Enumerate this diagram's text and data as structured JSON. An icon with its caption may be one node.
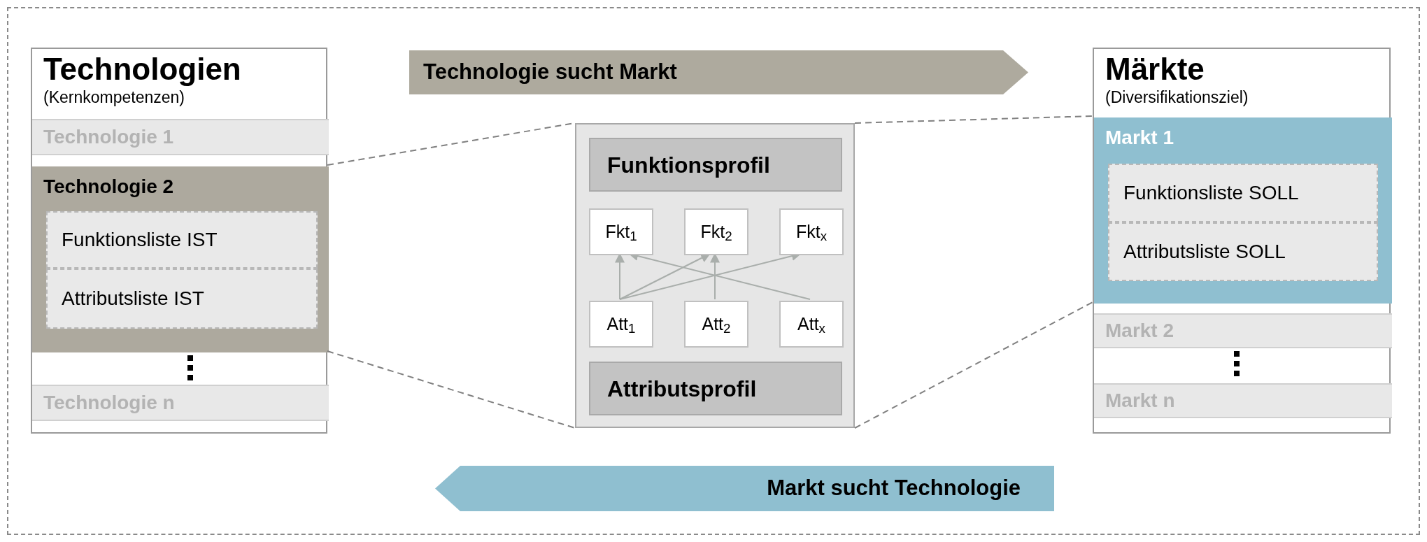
{
  "diagram": {
    "nodes": [
      {
        "text": [
          "Technologien",
          "(Kernkompetenzen)"
        ]
      },
      {
        "text": [
          "Technologie 1"
        ],
        "in": 0
      },
      {
        "text": [
          "Technologie 2"
        ],
        "in": 0
      },
      {
        "text": [
          "Funktionsliste IST"
        ],
        "in": 2
      },
      {
        "text": [
          "Attributsliste IST"
        ],
        "in": 2
      },
      {
        "text": [
          "Technologie n"
        ],
        "in": 0
      },
      {
        "text": [
          "Technologie sucht Markt"
        ]
      },
      {
        "text": [],
        "shape": "box"
      },
      {
        "text": [
          "Funktionsprofil"
        ],
        "in": 7
      },
      {
        "text": [
          "Fkt$_{1}$"
        ],
        "in": 7
      },
      {
        "text": [
          "Fkt$_{2}$"
        ],
        "in": 7
      },
      {
        "text": [
          "Fkt$_{x}$"
        ],
        "in": 7
      },
      {
        "text": [
          "Att$_{1}$"
        ],
        "in": 7
      },
      {
        "text": [
          "Att$_{2}$"
        ],
        "in": 7
      },
      {
        "text": [
          "Att$_{x}$"
        ],
        "in": 7
      },
      {
        "text": [
          "Attributsprofil"
        ],
        "in": 7
      },
      {
        "text": [
          "Märkte",
          "(Diversifikationsziel)"
        ]
      },
      {
        "text": [
          "Markt 1"
        ],
        "in": 16
      },
      {
        "text": [
          "Funktionsliste SOLL"
        ],
        "in": 17
      },
      {
        "text": [
          "Attributsliste SOLL"
        ],
        "in": 17
      },
      {
        "text": [
          "Markt 2"
        ],
        "in": 16
      },
      {
        "text": [
          "Markt n"
        ],
        "in": 16
      },
      {
        "text": [
          "Markt sucht Technologie"
        ]
      }
    ],
    "edges": [
      {
        "from": 2,
        "to": 7,
        "arrow": "none",
        "style": "dashed",
        "color": "#808080"
      },
      {
        "from": 2,
        "to": 7,
        "arrow": "none",
        "style": "dashed",
        "color": "#808080"
      },
      {
        "from": 7,
        "to": 17,
        "arrow": "none",
        "style": "dashed",
        "color": "#808080"
      },
      {
        "from": 7,
        "to": 17,
        "arrow": "none",
        "style": "dashed",
        "color": "#808080"
      },
      {
        "from": 12,
        "to": 9,
        "arrow": "to"
      },
      {
        "from": 12,
        "to": 10,
        "arrow": "to"
      },
      {
        "from": 12,
        "to": 11,
        "arrow": "to"
      },
      {
        "from": 13,
        "to": 10,
        "arrow": "to"
      },
      {
        "from": 14,
        "to": 9,
        "arrow": "to"
      }
    ]
  }
}
